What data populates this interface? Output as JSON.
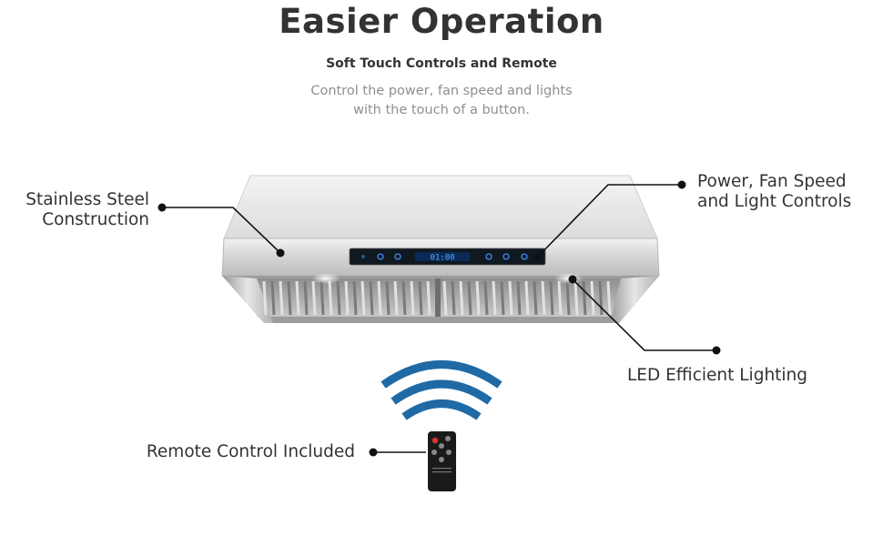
{
  "header": {
    "title": "Easier Operation",
    "subtitle": "Soft Touch Controls and Remote",
    "description_line1": "Control the power, fan speed and lights",
    "description_line2": "with the touch of a button."
  },
  "callouts": {
    "stainless_line1": "Stainless Steel",
    "stainless_line2": "Construction",
    "controls_line1": "Power, Fan Speed",
    "controls_line2": "and Light Controls",
    "lighting": "LED Efficient Lighting",
    "remote": "Remote Control Included"
  },
  "control_panel": {
    "display_time": "01:00"
  },
  "colors": {
    "text": "#333333",
    "muted_text": "#8f8f8f",
    "wireless_waves": "#1f6aa5",
    "panel_blue": "#3d8ff0",
    "panel": "#101820"
  },
  "icons": [
    "wireless-signal-icon"
  ]
}
